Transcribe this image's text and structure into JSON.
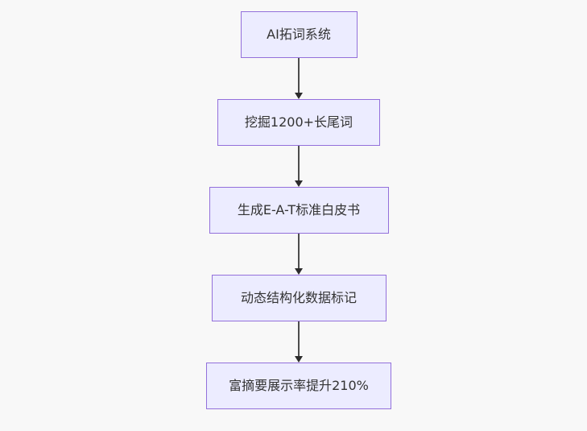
{
  "diagram": {
    "type": "flowchart-top-down",
    "title": "",
    "nodes": [
      {
        "id": "n1",
        "label": "AI拓词系统"
      },
      {
        "id": "n2",
        "label": "挖掘1200+长尾词"
      },
      {
        "id": "n3",
        "label": "生成E-A-T标准白皮书"
      },
      {
        "id": "n4",
        "label": "动态结构化数据标记"
      },
      {
        "id": "n5",
        "label": "富摘要展示率提升210%"
      }
    ],
    "edges": [
      {
        "from": "n1",
        "to": "n2",
        "style": "arrow-down"
      },
      {
        "from": "n2",
        "to": "n3",
        "style": "arrow-down"
      },
      {
        "from": "n3",
        "to": "n4",
        "style": "arrow-down"
      },
      {
        "from": "n4",
        "to": "n5",
        "style": "arrow-down"
      }
    ],
    "colors": {
      "background": "#f8f8f8",
      "node_fill": "#ECECFF",
      "node_border": "#9370DB",
      "node_text": "#333333",
      "arrow": "#333333"
    }
  }
}
